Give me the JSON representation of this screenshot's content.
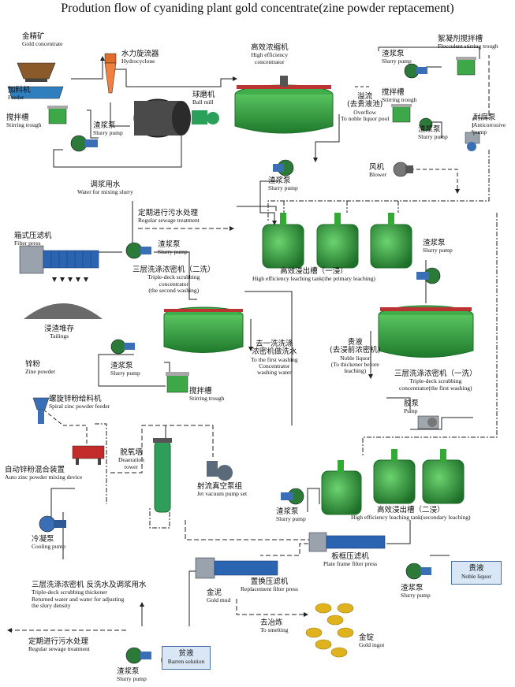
{
  "title": "Prodution flow of cyaniding plant gold concentrate(zine powder reptacement)",
  "labels": {
    "gold_concentrate": {
      "zh": "金精矿",
      "en": "Gold concentrate"
    },
    "feeder": {
      "zh": "加料机",
      "en": "Feeder"
    },
    "stirring_trough_1": {
      "zh": "搅拌槽",
      "en": "Stirring trough"
    },
    "hydrocyclone": {
      "zh": "水力旋流器",
      "en": "Hydrocyclone"
    },
    "ball_mill": {
      "zh": "球磨机",
      "en": "Ball mill"
    },
    "slurry_pump_1": {
      "zh": "渣浆泵",
      "en": "Slurry pump"
    },
    "thickener": {
      "zh": "高效浓缩机",
      "en1": "High efficiency",
      "en2": "concentrator"
    },
    "overflow": {
      "zh1": "溢流",
      "zh2": "(去贵液池)",
      "en1": "Overflow",
      "en2": "To noble liquor pool"
    },
    "flocculent_trough": {
      "zh": "絮凝剂搅拌槽",
      "en": "Flocculent stirring trough"
    },
    "slurry_pump_floc": {
      "zh": "渣浆泵",
      "en": "Slurry pump"
    },
    "stirring_trough_2": {
      "zh": "搅拌槽",
      "en": "Stirring trough"
    },
    "slurry_pump_2": {
      "zh": "渣浆泵",
      "en": "Slurry pump"
    },
    "anticorrosive_pump": {
      "zh": "耐腐泵",
      "en1": "Anticorrosive",
      "en2": "pump"
    },
    "blower": {
      "zh": "风机",
      "en": "Blower"
    },
    "slurry_pump_3": {
      "zh": "渣浆泵",
      "en": "Slurry pump"
    },
    "water_mixing": {
      "zh": "调浆用水",
      "en": "Water for mixing slurry"
    },
    "sewage_1": {
      "zh": "定期进行污水处理",
      "en": "Regular sewage treatment"
    },
    "filter_press": {
      "zh": "箱式压滤机",
      "en": "Filter press"
    },
    "slurry_pump_4": {
      "zh": "渣浆泵",
      "en": "Slurry pump"
    },
    "scrub_2": {
      "zh": "三层洗涤浓密机（二洗）",
      "en1": "Triple-deck scrubbing",
      "en2": "concentrator",
      "en3": "(the second washing)"
    },
    "primary_leach": {
      "zh": "高效浸出槽（一浸）",
      "en": "High efficiency leaching tank(the primary leaching)"
    },
    "slurry_pump_5": {
      "zh": "渣浆泵",
      "en": "Slurry pump"
    },
    "tailings": {
      "zh": "浸渣堆存",
      "en": "Tailings"
    },
    "first_wash_water": {
      "zh1": "去一洗洗涤",
      "zh2": "浓密机做洗水",
      "en1": "To the first washing",
      "en2": "Concentrator",
      "en3": "washing water"
    },
    "noble_liquor": {
      "zh1": "贵液",
      "zh2": "(去浸前浓密机)",
      "en1": "Noble liquor",
      "en2": "(To thickener before",
      "en3": "leaching)"
    },
    "zinc_powder": {
      "zh": "锌粉",
      "en": "Zine powder"
    },
    "slurry_pump_6": {
      "zh": "渣浆泵",
      "en": "Slurry pump"
    },
    "stirring_trough_3": {
      "zh": "搅拌槽",
      "en": "Stirring trough"
    },
    "scrub_1": {
      "zh": "三层洗涤浓密机（一洗）",
      "en1": "Triple-deck scrubbing",
      "en2": "concentrator(the first washing)"
    },
    "spiral_feeder": {
      "zh": "螺旋锌粉给料机",
      "en": "Spiral zinc powder feeder"
    },
    "pump": {
      "zh": "胶泵",
      "en": "Pump"
    },
    "auto_mixing": {
      "zh": "自动锌粉混合装置",
      "en": "Auto zinc powder mixing device"
    },
    "deaeration": {
      "zh": "脱氧塔",
      "en1": "Deaeration",
      "en2": "tower"
    },
    "jet_vacuum": {
      "zh": "射流真空泵组",
      "en": "Jet vacuum pump set"
    },
    "slurry_pump_7": {
      "zh": "渣浆泵",
      "en": "Slurry pump"
    },
    "secondary_leach": {
      "zh": "高效浸出槽（二浸）",
      "en": "High efficiency leaching tank(secondary leaching)"
    },
    "cooling_pump": {
      "zh": "冷凝泵",
      "en": "Cooling pump"
    },
    "plate_filter": {
      "zh": "板框压滤机",
      "en": "Plate frame filter press"
    },
    "replacement_filter": {
      "zh": "置换压滤机",
      "en": "Replacement filter press"
    },
    "noble_liquor_box": {
      "zh": "贵液",
      "en": "Noble liquor"
    },
    "slurry_pump_8": {
      "zh": "渣浆泵",
      "en": "Slurry pump"
    },
    "returned_water": {
      "zh": "三层洗涤浓密机 反洗水及调浆用水",
      "en1": "Triple-deck scrubbing thickener",
      "en2": "Returned water and water for adjusting",
      "en3": "the slury density"
    },
    "gold_mud": {
      "zh": "金泥",
      "en": "Gold mud"
    },
    "smelting": {
      "zh": "去冶炼",
      "en": "To smelting"
    },
    "gold_ingot": {
      "zh": "金锭",
      "en": "Gold ingot"
    },
    "sewage_2": {
      "zh": "定期进行污水处理",
      "en": "Regular sewage treatment"
    },
    "barren_box": {
      "zh": "贫液",
      "en": "Barren solution"
    },
    "slurry_pump_9": {
      "zh": "渣浆泵",
      "en": "Slurry pump"
    }
  },
  "colors": {
    "tank_green": "#2e9e3a",
    "tank_dark": "#1d6e28",
    "pipe": "#222222",
    "pump_blue": "#3a6fb5",
    "mill": "#444444",
    "gold": "#e0b21e",
    "box_fill": "#d9e6f5"
  }
}
